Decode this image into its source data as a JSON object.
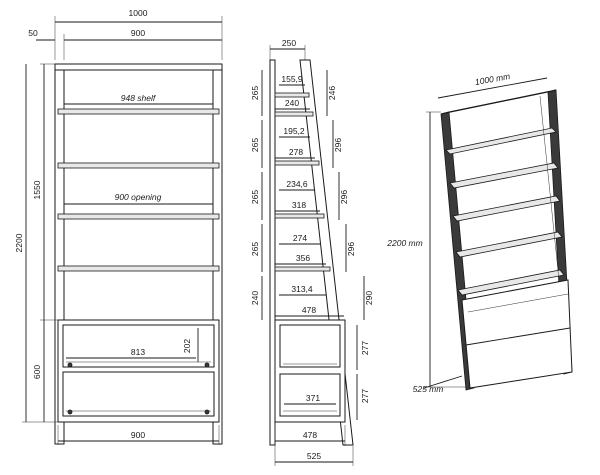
{
  "front_view": {
    "overall_width": "1000",
    "inset_offset": "50",
    "inner_width_top": "900",
    "shelf_label": "948 shelf",
    "opening_label": "900 opening",
    "upper_height": "1550",
    "total_height": "2200",
    "cabinet_height": "600",
    "drawer_width": "813",
    "drawer_height": "202",
    "bottom_width": "900"
  },
  "side_view": {
    "top_depth": "250",
    "shelf_levels": [
      {
        "shelf_depth": "155,9",
        "opening_depth": "240",
        "left_height": "265",
        "right_height": "246"
      },
      {
        "shelf_depth": "195,2",
        "opening_depth": "278",
        "left_height": "265",
        "right_height": "296"
      },
      {
        "shelf_depth": "234,6",
        "opening_depth": "318",
        "left_height": "265",
        "right_height": "296"
      },
      {
        "shelf_depth": "274",
        "opening_depth": "356",
        "left_height": "265",
        "right_height": "296"
      },
      {
        "shelf_depth": "313,4",
        "opening_depth": "478",
        "left_height": "240",
        "right_height": "290"
      }
    ],
    "drawer_upper_height": "277",
    "drawer_lower_height": "277",
    "drawer_inner_depth": "371",
    "base_depth": "478",
    "overall_depth": "525"
  },
  "iso_view": {
    "width_label": "1000 mm",
    "height_label": "2200 mm",
    "depth_label": "525 mm"
  }
}
